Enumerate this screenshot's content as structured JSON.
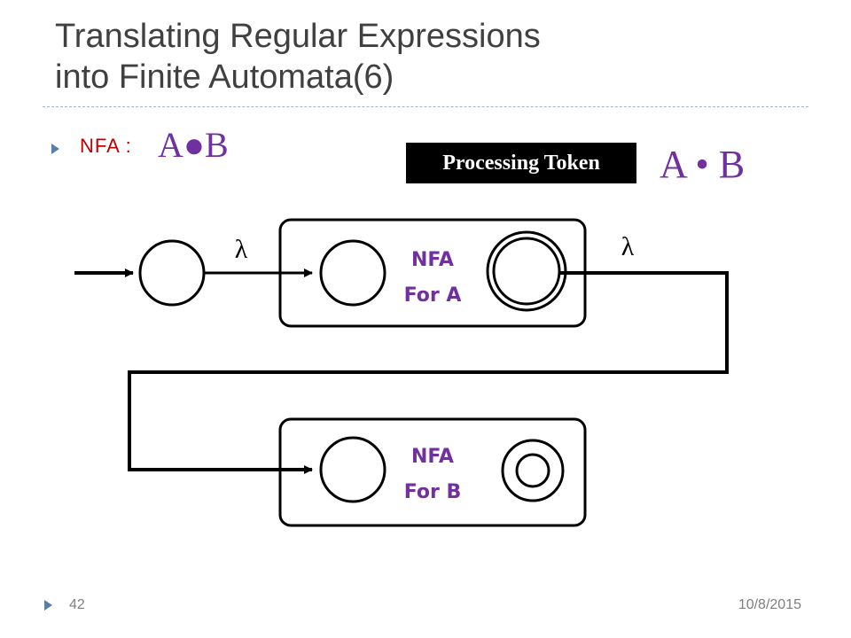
{
  "slide": {
    "title_line1": "Translating Regular Expressions",
    "title_line2": "into Finite Automata(6)",
    "bullet_label": "NFA :",
    "bullet_expression": "A●B",
    "token_label": "Processing Token",
    "token_expression": "A • B",
    "page_number": "42",
    "date": "10/8/2015"
  },
  "diagram": {
    "transition_labels": [
      "λ",
      "λ"
    ],
    "box_a": {
      "line1": "NFA",
      "line2": "For A"
    },
    "box_b": {
      "line1": "NFA",
      "line2": "For B"
    }
  },
  "colors": {
    "title": "#404040",
    "bullet_label": "#c00000",
    "expression": "#7030a0",
    "nfa_label": "#7030a0",
    "accent": "#5a7ea6"
  }
}
